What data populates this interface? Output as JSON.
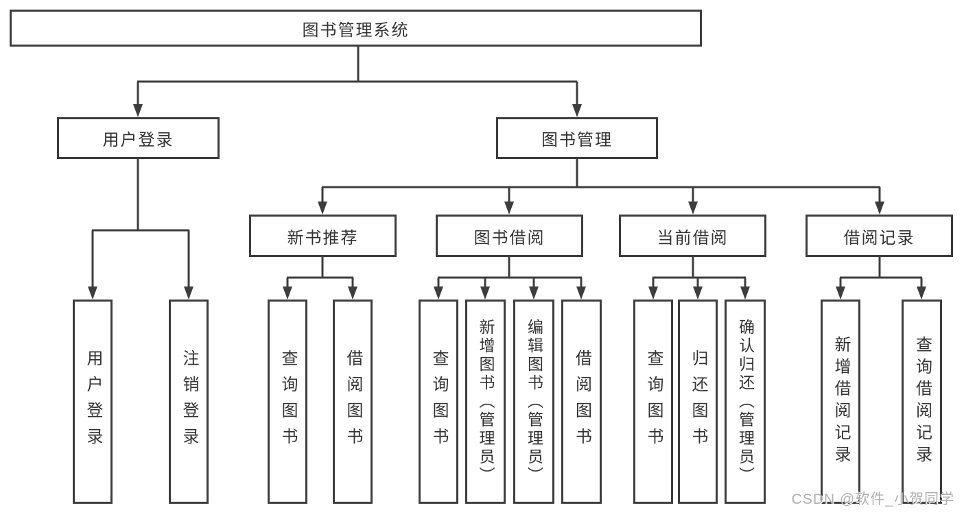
{
  "tree": {
    "root": "图书管理系统",
    "children": [
      {
        "label": "用户登录",
        "children": [
          {
            "label": "用户登录"
          },
          {
            "label": "注销登录"
          }
        ]
      },
      {
        "label": "图书管理",
        "children": [
          {
            "label": "新书推荐",
            "children": [
              {
                "label": "查询图书"
              },
              {
                "label": "借阅图书"
              }
            ]
          },
          {
            "label": "图书借阅",
            "children": [
              {
                "label": "查询图书"
              },
              {
                "label": "新增图书（管理员）"
              },
              {
                "label": "编辑图书（管理员）"
              },
              {
                "label": "借阅图书"
              }
            ]
          },
          {
            "label": "当前借阅",
            "children": [
              {
                "label": "查询图书"
              },
              {
                "label": "归还图书"
              },
              {
                "label": "确认归还（管理员）"
              }
            ]
          },
          {
            "label": "借阅记录",
            "children": [
              {
                "label": "新增借阅记录"
              },
              {
                "label": "查询借阅记录"
              }
            ]
          }
        ]
      }
    ]
  },
  "watermark": "CSDN @软件_小贺同学",
  "colors": {
    "line": "#3d3d3d",
    "text": "#333333",
    "watermark": "#b0b0b0",
    "background": "#ffffff"
  }
}
